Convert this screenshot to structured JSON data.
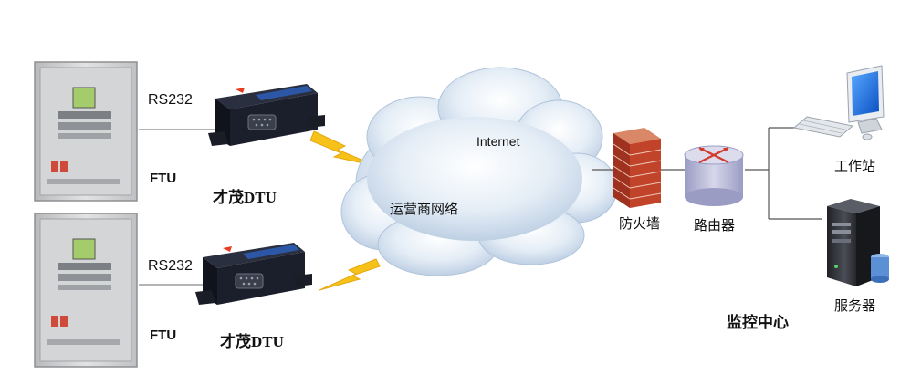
{
  "sites": [
    {
      "rs_label": "RS232",
      "ftu_label": "FTU",
      "dtu_label": "才茂DTU"
    },
    {
      "rs_label": "RS232",
      "ftu_label": "FTU",
      "dtu_label": "才茂DTU"
    }
  ],
  "network": {
    "internet_label": "Internet",
    "carrier_label": "运营商网络"
  },
  "center": {
    "firewall_label": "防火墙",
    "router_label": "路由器",
    "workstation_label": "工作站",
    "server_label": "服务器",
    "title": "监控中心"
  },
  "colors": {
    "cabinet": "#d9dadb",
    "dtu_body": "#1b1f2c",
    "dtu_stripe": "#2c56a6",
    "lightning": "#f6c21a",
    "cloud": "#c9d9ea",
    "firewall": "#c1432a",
    "router": "#b8b9d6",
    "router_cross": "#d33a2c",
    "monitor_screen": "#1a6ee0",
    "server_body": "#2d2f34"
  }
}
